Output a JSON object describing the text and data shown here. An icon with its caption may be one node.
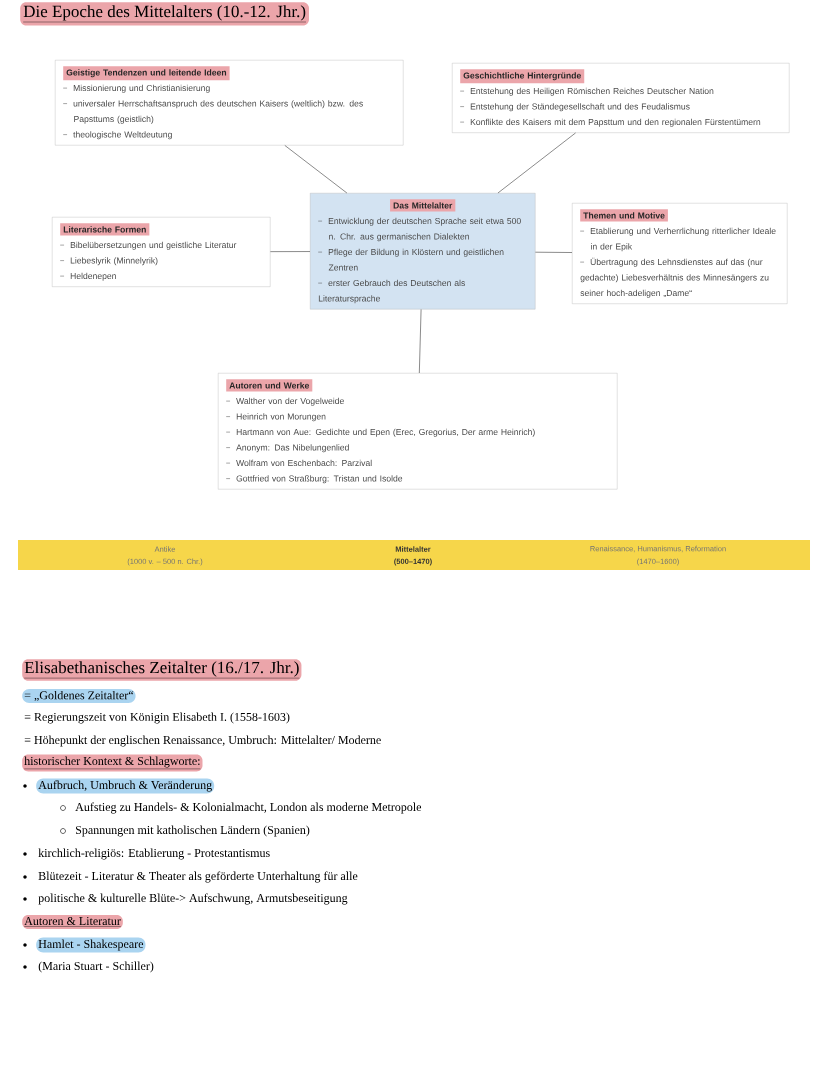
{
  "diagram": {
    "title": "Die Epoche des Mittelalters (10.-12. Jhr.)",
    "nodes": [
      {
        "text": [
          "Geistige Tendenzen und leitende Ideen",
          "Missionierung und Christianisierung",
          "universaler Herrschaftsanspruch des deutschen Kaisers (weltlich) bzw. des Papsttums (geistlich)",
          "theologische Weltdeutung"
        ]
      },
      {
        "text": [
          "Geschichtliche Hintergründe",
          "Entstehung des Heiligen Römischen Reiches Deutscher Nation",
          "Entstehung der Ständegesellschaft und des Feudalismus",
          "Konflikte des Kaisers mit dem Papsttum und den regionalen Fürstentümern"
        ]
      },
      {
        "text": [
          "Literarische Formen",
          "Bibelübersetzungen und geistliche Literatur",
          "Liebeslyrik (Minnelyrik)",
          "Heldenepen"
        ]
      },
      {
        "text": [
          "Das Mittelalter",
          "Entwicklung der deutschen Sprache seit etwa 500 n. Chr. aus germanischen Dialekten",
          "Pflege der Bildung in Klöstern und geistlichen Zentren",
          "erster Gebrauch des Deutschen als Literatursprache"
        ]
      },
      {
        "text": [
          "Themen und Motive",
          "Etablierung und Verherrlichung ritterlicher Ideale in der Epik",
          "Übertragung des Lehnsdienstes auf das (nur gedachte) Liebesverhältnis des Minnesängers zu seiner hoch-adeligen „Dame“"
        ]
      },
      {
        "text": [
          "Autoren und Werke",
          "Walther von der Vogelweide",
          "Heinrich von Morungen",
          "Hartmann von Aue: Gedichte und Epen (Erec, Gregorius, Der arme Heinrich)",
          "Anonym: Das Nibelungenlied",
          "Wolfram von Eschenbach: Parzival",
          "Gottfried von Straßburg: Tristan und Isolde"
        ]
      }
    ],
    "edges": [
      {
        "from": 3,
        "to": 0,
        "arrow": "none"
      },
      {
        "from": 3,
        "to": 1,
        "arrow": "none"
      },
      {
        "from": 3,
        "to": 2,
        "arrow": "none"
      },
      {
        "from": 3,
        "to": 4,
        "arrow": "none"
      },
      {
        "from": 3,
        "to": 5,
        "arrow": "none"
      }
    ],
    "labels": [
      "Antike",
      "(1000 v. – 500 n. Chr.)",
      "Mittelalter",
      "(500–1470)",
      "Renaissance, Humanismus, Reformation",
      "(1470–1600)",
      "Elisabethanisches Zeitalter (16./17. Jhr.)",
      "= „Goldenes Zeitalter“",
      "= Regierungszeit von Königin Elisabeth I. (1558-1603)",
      "= Höhepunkt der englischen Renaissance, Umbruch: Mittelalter/ Moderne",
      "historischer Kontext & Schlagworte:",
      "Aufbruch, Umbruch & Veränderung",
      "Aufstieg zu Handels- & Kolonialmacht, London als moderne Metropole",
      "Spannungen mit katholischen Ländern (Spanien)",
      "kirchlich-religiös: Etablierung - Protestantismus",
      "Blütezeit - Literatur & Theater als geförderte Unterhaltung für alle",
      "politische & kulturelle Blüte-> Aufschwung, Armutsbeseitigung",
      "Autoren & Literatur",
      "Hamlet - Shakespeare",
      "(Maria Stuart - Schiller)"
    ]
  }
}
